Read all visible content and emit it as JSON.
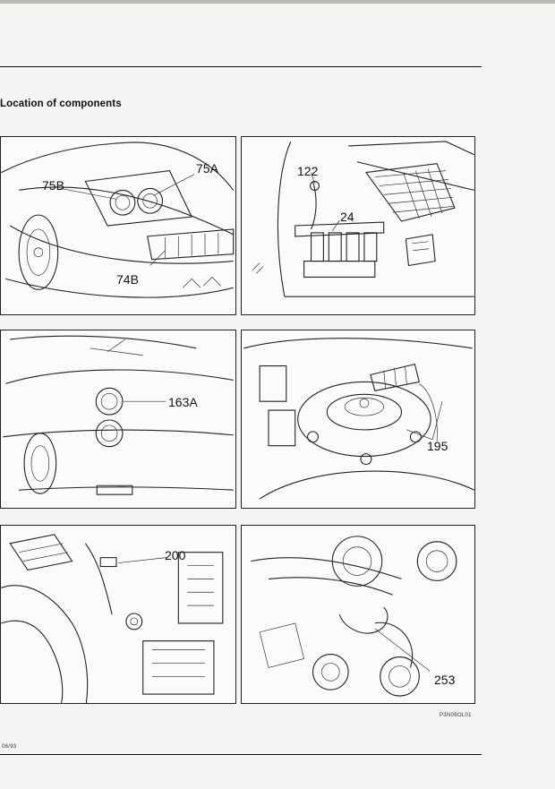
{
  "page": {
    "title": "Location of components",
    "figure_code": "P3N06OL01",
    "footer_code": "06/93"
  },
  "panels": [
    {
      "id": "front-headlamp",
      "callouts": [
        "75A",
        "75B",
        "74B"
      ]
    },
    {
      "id": "engine-bay-relay",
      "callouts": [
        "122",
        "24"
      ]
    },
    {
      "id": "rear-lamp",
      "callouts": [
        "163A"
      ]
    },
    {
      "id": "suspension-dome",
      "callouts": [
        "195"
      ]
    },
    {
      "id": "engine-sensor",
      "callouts": [
        "200"
      ]
    },
    {
      "id": "engine-underside",
      "callouts": [
        "253"
      ]
    }
  ]
}
